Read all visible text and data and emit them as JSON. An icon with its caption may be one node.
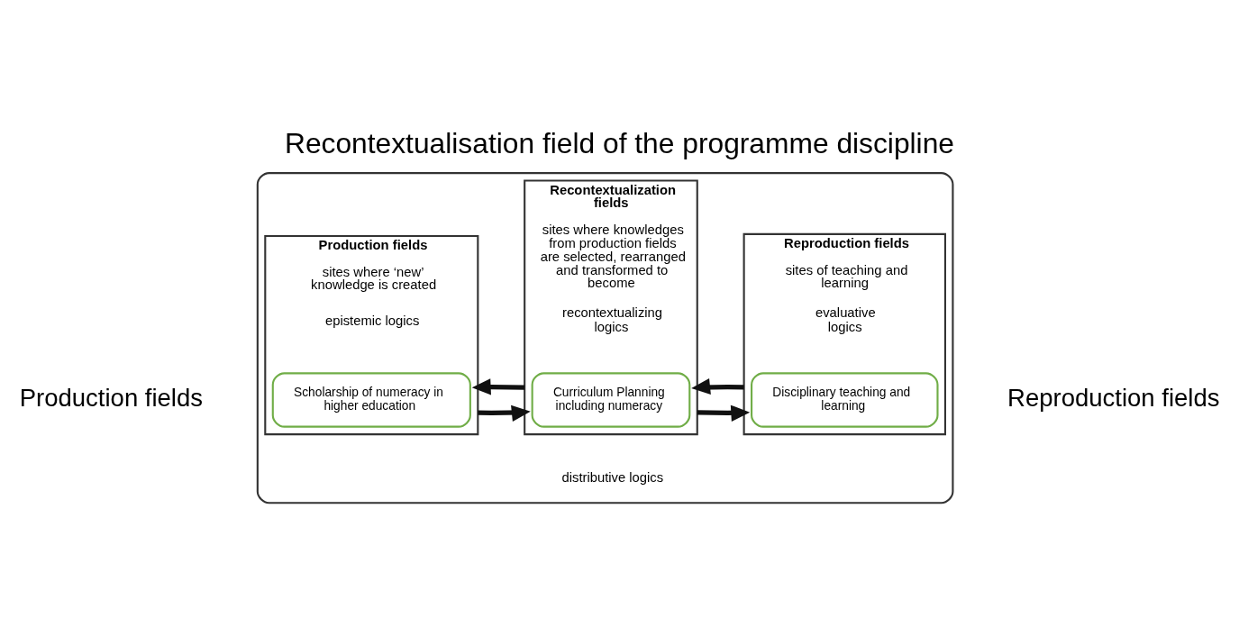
{
  "diagram": {
    "title": "Recontextualisation field of the programme discipline",
    "nodes": [
      {
        "text": [],
        "shape": "box",
        "beside": [
          "distributive logics"
        ]
      },
      {
        "text": [
          "Production fields",
          "sites where ‘new’ knowledge is created"
        ],
        "in": 0,
        "beside": [
          "epistemic logics"
        ]
      },
      {
        "text": [
          "Scholarship of numeracy in higher education"
        ],
        "in": 1
      },
      {
        "text": [
          "Recontextualization fields",
          "sites where knowledges from production fields are selected, rearranged and transformed to become"
        ],
        "in": 0,
        "beside": [
          "recontextualizing logics"
        ]
      },
      {
        "text": [
          "Curriculum Planning including numeracy"
        ],
        "in": 3
      },
      {
        "text": [
          "Reproduction fields",
          "sites of teaching and learning"
        ],
        "in": 0,
        "beside": [
          "evaluative logics"
        ]
      },
      {
        "text": [
          "Disciplinary teaching and learning"
        ],
        "in": 5
      }
    ],
    "edges": [
      {
        "from": 1,
        "to": 3,
        "arrow": "to"
      },
      {
        "from": 3,
        "to": 5,
        "arrow": "to"
      },
      {
        "from": 5,
        "to": 3,
        "arrow": "to"
      },
      {
        "from": 3,
        "to": 1,
        "arrow": "to"
      }
    ],
    "labels": [
      "Production fields",
      "Reproduction fields"
    ]
  }
}
